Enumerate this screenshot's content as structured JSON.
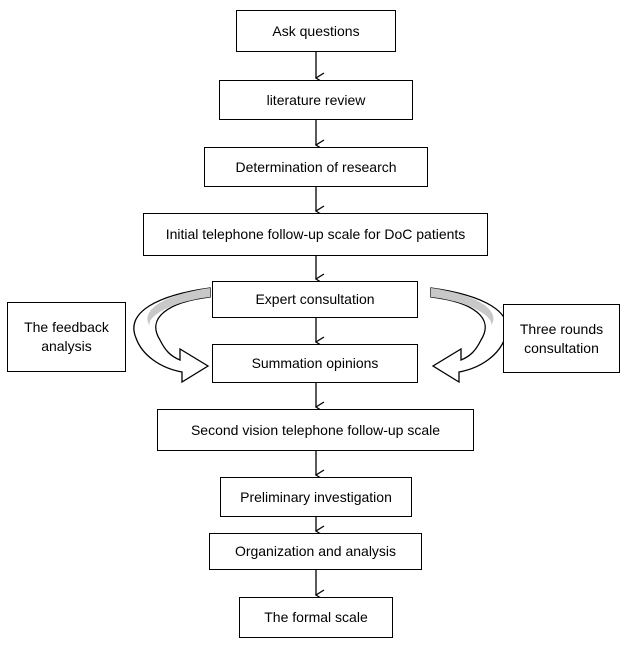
{
  "steps": {
    "ask_questions": "Ask questions",
    "literature_review": "literature review",
    "determination": "Determination of research",
    "initial_scale": "Initial telephone follow-up scale for DoC patients",
    "expert_consultation": "Expert consultation",
    "summation_opinions": "Summation opinions",
    "second_scale": "Second vision telephone follow-up scale",
    "preliminary_investigation": "Preliminary investigation",
    "organization_analysis": "Organization and analysis",
    "formal_scale": "The formal scale"
  },
  "side_boxes": {
    "feedback_line1": "The feedback",
    "feedback_line2": "analysis",
    "rounds_line1": "Three rounds",
    "rounds_line2": "consultation"
  }
}
